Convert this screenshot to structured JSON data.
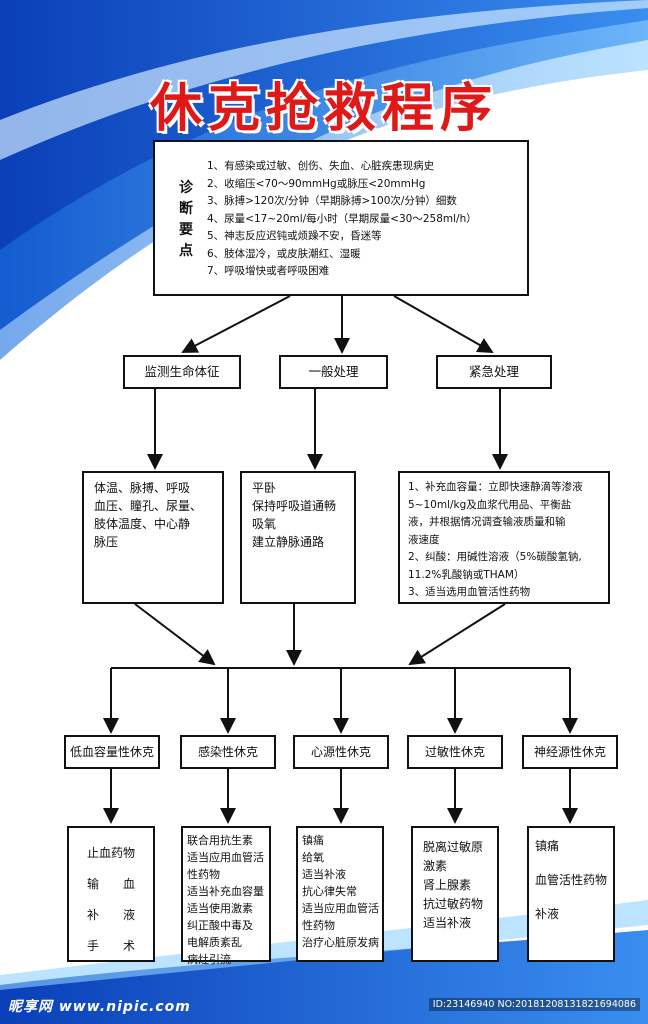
{
  "title": "休克抢救程序",
  "diagnosis": {
    "label": [
      "诊",
      "断",
      "要",
      "点"
    ],
    "items": [
      "1、有感染或过敏、创伤、失血、心脏疾患现病史",
      "2、收缩压<70～90mmHg或脉压<20mmHg",
      "3、脉搏>120次/分钟（早期脉搏>100次/分钟）细数",
      "4、尿量<17~20ml/每小时（早期尿量<30～258ml/h）",
      "5、神志反应迟钝或烦躁不安，昏迷等",
      "6、肢体湿冷，或皮肤潮红、湿暖",
      "7、呼吸增快或者呼吸困难"
    ]
  },
  "stages": [
    {
      "label": "监测生命体征",
      "details": [
        "体温、脉搏、呼吸",
        "血压、瞳孔、尿量、",
        "肢体温度、中心静",
        "脉压"
      ]
    },
    {
      "label": "一般处理",
      "details": [
        "平卧",
        "保持呼吸道通畅",
        "吸氧",
        "建立静脉通路"
      ]
    },
    {
      "label": "紧急处理",
      "details": [
        "1、补充血容量：立即快速静滴等渗液",
        "   5~10ml/kg及血浆代用品、平衡盐",
        "   液，并根据情况调查输液质量和输",
        "   液速度",
        "2、纠酸：用碱性溶液（5%碳酸氢钠,",
        "   11.2%乳酸钠或THAM）",
        "3、适当选用血管活性药物"
      ]
    }
  ],
  "shock_types": [
    {
      "label": "低血容量性休克",
      "treatments": [
        "止血药物",
        "输　　血",
        "补　　液",
        "手　　术"
      ]
    },
    {
      "label": "感染性休克",
      "treatments": [
        "联合用抗生素",
        "适当应用血管活",
        "性药物",
        "适当补充血容量",
        "适当使用激素",
        "纠正酸中毒及",
        "电解质紊乱",
        "病灶引流"
      ]
    },
    {
      "label": "心源性休克",
      "treatments": [
        "镇痛",
        "给氧",
        "适当补液",
        "抗心律失常",
        "适当应用血管活",
        "性药物",
        "治疗心脏原发病"
      ]
    },
    {
      "label": "过敏性休克",
      "treatments": [
        "脱离过敏原",
        "激素",
        "肾上腺素",
        "抗过敏药物",
        "适当补液"
      ]
    },
    {
      "label": "神经源性休克",
      "treatments": [
        "镇痛",
        "",
        "血管活性药物",
        "",
        "补液"
      ]
    }
  ],
  "footer": {
    "watermark": "昵享网 www.nipic.com",
    "image_id": "ID:23146940 NO:20181208131821694086"
  }
}
